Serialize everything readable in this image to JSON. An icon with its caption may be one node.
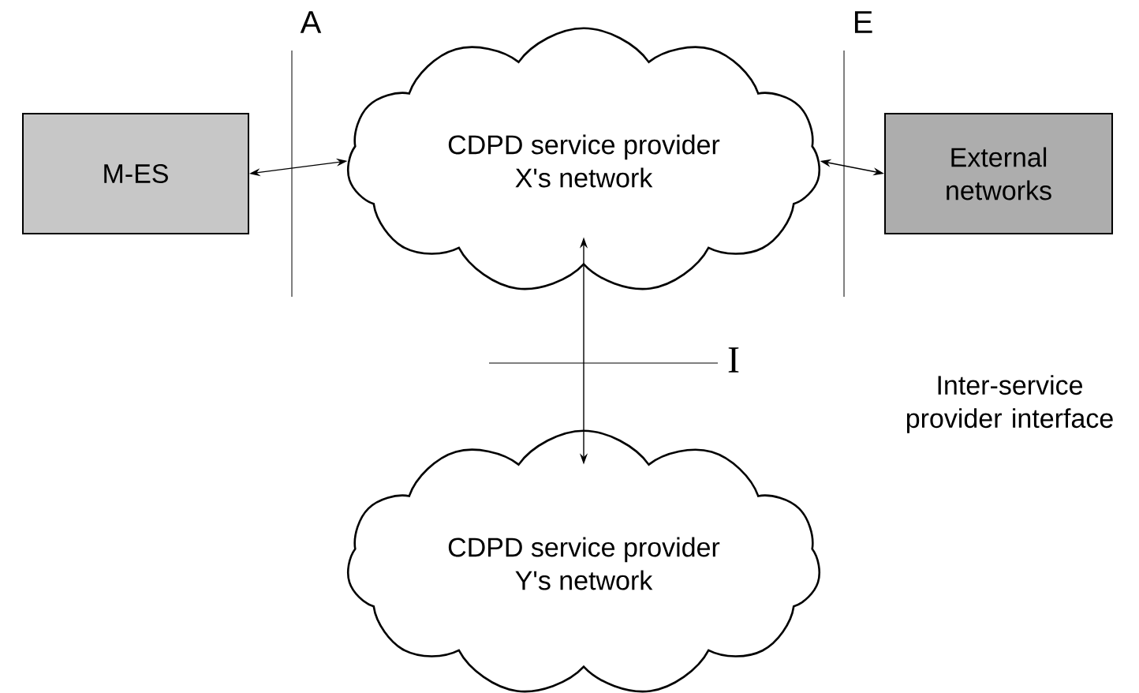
{
  "diagram": {
    "nodes": [
      {
        "text": [
          "M-ES"
        ]
      },
      {
        "text": [
          "CDPD service provider X's network"
        ]
      },
      {
        "text": [
          "External networks"
        ]
      },
      {
        "text": [
          "CDPD service provider Y's network"
        ]
      }
    ],
    "edges": [
      {
        "from": 0,
        "to": 1,
        "arrow": "both"
      },
      {
        "from": 1,
        "to": 2,
        "arrow": "both"
      },
      {
        "from": 1,
        "to": 3,
        "arrow": "both"
      }
    ],
    "labels": [
      "A",
      "E",
      "I",
      "Inter-service provider interface"
    ]
  }
}
